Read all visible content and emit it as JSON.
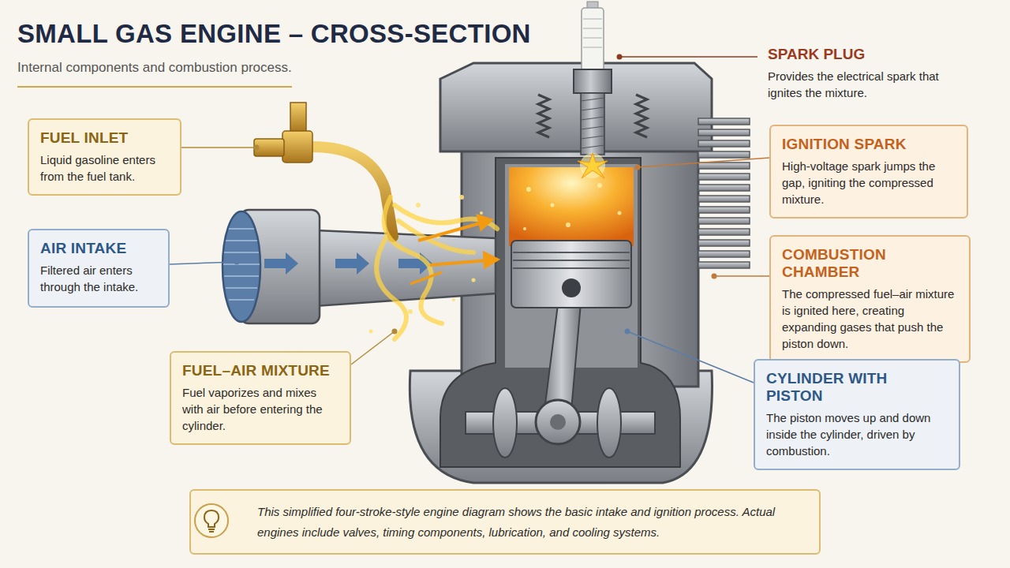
{
  "diagram": {
    "title": "SMALL GAS ENGINE – CROSS-SECTION",
    "nodes": [
      {
        "text": [
          "FUEL INLET",
          "Liquid gasoline enters from the fuel tank."
        ]
      },
      {
        "text": [
          "IGNITION SPARK",
          "High-voltage spark jumps the gap, igniting the compressed mixture."
        ]
      },
      {
        "text": [
          "AIR INTAKE",
          "Filtered air enters through the intake."
        ]
      },
      {
        "text": [
          "COMBUSTION CHAMBER",
          "The compressed fuel–air mixture is ignited here, creating expanding gases that push the piston down."
        ]
      },
      {
        "text": [
          "FUEL–AIR MIXTURE",
          "Fuel vaporizes and mixes with air before entering the cylinder."
        ]
      },
      {
        "text": [
          "CYLINDER WITH PISTON",
          "The piston moves up and down inside the cylinder, driven by combustion."
        ]
      },
      {
        "text": [
          "This simplified four-stroke-style engine diagram shows the basic intake and ignition process. Actual engines include valves, timing components, lubrication, and cooling systems."
        ]
      }
    ],
    "labels": [
      "Internal components and combustion process.",
      "SPARK PLUG",
      "Provides the electrical spark that ignites the mixture."
    ]
  }
}
